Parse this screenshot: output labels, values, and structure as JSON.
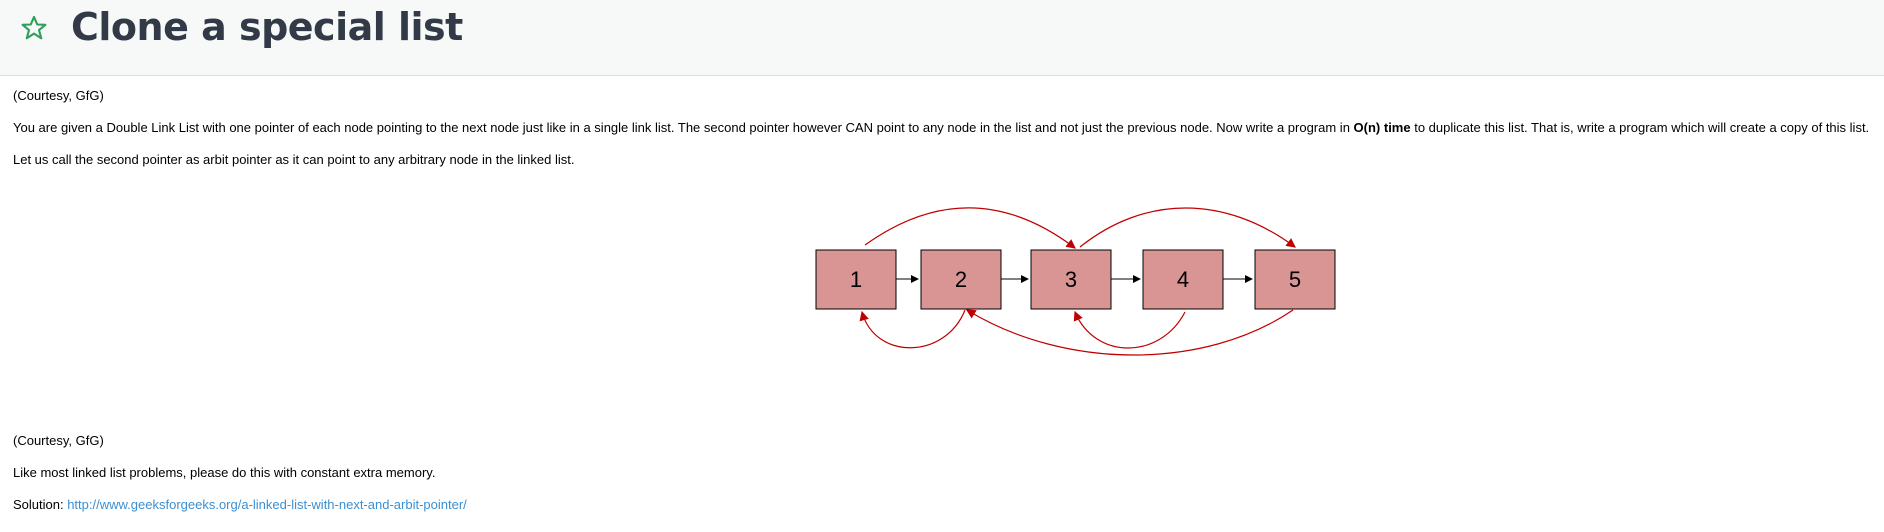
{
  "header": {
    "title": "Clone a special list",
    "star_icon": "star-outline-icon",
    "star_color": "#2e9e5b"
  },
  "content": {
    "courtesy_1": "(Courtesy, GfG)",
    "intro_before_bold": "You are given a Double Link List with one pointer of each node pointing to the next node just like in a single link list. The second pointer however CAN point to any node in the list and not just the previous node. Now write a program in ",
    "intro_bold": "O(n) time",
    "intro_after_bold": " to duplicate this list. That is, write a program which will create a copy of this list.",
    "arbit_note": "Let us call the second pointer as arbit pointer as it can point to any arbitrary node in the linked list.",
    "courtesy_2": "(Courtesy, GfG)",
    "memory_note": "Like most linked list problems, please do this with constant extra memory.",
    "solution_label": "Solution: ",
    "solution_link": "http://www.geeksforgeeks.org/a-linked-list-with-next-and-arbit-pointer/"
  },
  "diagram": {
    "nodes": [
      "1",
      "2",
      "3",
      "4",
      "5"
    ],
    "next_pointers": [
      [
        "1",
        "2"
      ],
      [
        "2",
        "3"
      ],
      [
        "3",
        "4"
      ],
      [
        "4",
        "5"
      ]
    ],
    "arbit_pointers": [
      [
        "1",
        "3"
      ],
      [
        "2",
        "1"
      ],
      [
        "3",
        "5"
      ],
      [
        "4",
        "3"
      ],
      [
        "5",
        "2"
      ]
    ],
    "node_fill": "#d99594",
    "arbit_color": "#c00000"
  }
}
